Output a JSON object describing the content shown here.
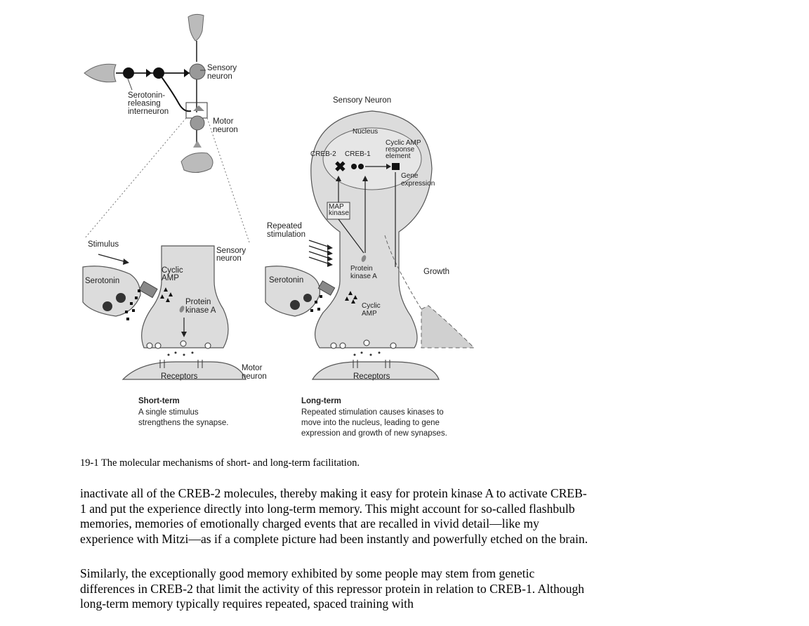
{
  "figure": {
    "left": {
      "sensory_neuron": "Sensory\nneuron",
      "interneuron": "Serotonin-\nreleasing\ninterneuron",
      "motor_neuron": "Motor\nneuron",
      "stimulus": "Stimulus",
      "serotonin": "Serotonin",
      "cyclic_amp": "Cyclic\nAMP",
      "protein_kinase": "Protein\nkinase A",
      "sensory_neuron_2": "Sensory\nneuron",
      "receptors": "Receptors",
      "motor_neuron_2": "Motor\nneuron",
      "caption_title": "Short-term",
      "caption_text": "A single stimulus\nstrengthens the synapse."
    },
    "right": {
      "title": "Sensory Neuron",
      "nucleus": "Nucleus",
      "creb2": "CREB-2",
      "creb1": "CREB-1",
      "response_element": "Cyclic AMP\nresponse\nelement",
      "gene_expression": "Gene\nexpression",
      "map_kinase": "MAP\nkinase",
      "repeated_stimulation": "Repeated\nstimulation",
      "protein_kinase": "Protein\nkinase A",
      "growth": "Growth",
      "serotonin": "Serotonin",
      "cyclic_amp": "Cyclic\nAMP",
      "receptors": "Receptors",
      "caption_title": "Long-term",
      "caption_text": "Repeated stimulation causes kinases to\nmove into the nucleus, leading to gene\nexpression and growth of new synapses."
    }
  },
  "caption": "19-1 The molecular mechanisms of short- and long-term facilitation.",
  "paragraphs": [
    [
      "inactivate all of the CREB-2 molecules, thereby making it easy for protein kinase A to activate CREB-",
      "1 and put the experience directly into long-term memory. This might account for so-called flashbulb",
      "memories, memories of emotionally charged events that are recalled in vivid detail—like my",
      "experience with Mitzi—as if a complete picture had been instantly and powerfully etched on the brain."
    ],
    [
      "Similarly, the exceptionally good memory exhibited by some people may stem from genetic",
      "differences in CREB-2 that limit the activity of this repressor protein in relation to CREB-1. Although",
      "long-term memory typically requires repeated, spaced training with"
    ]
  ]
}
